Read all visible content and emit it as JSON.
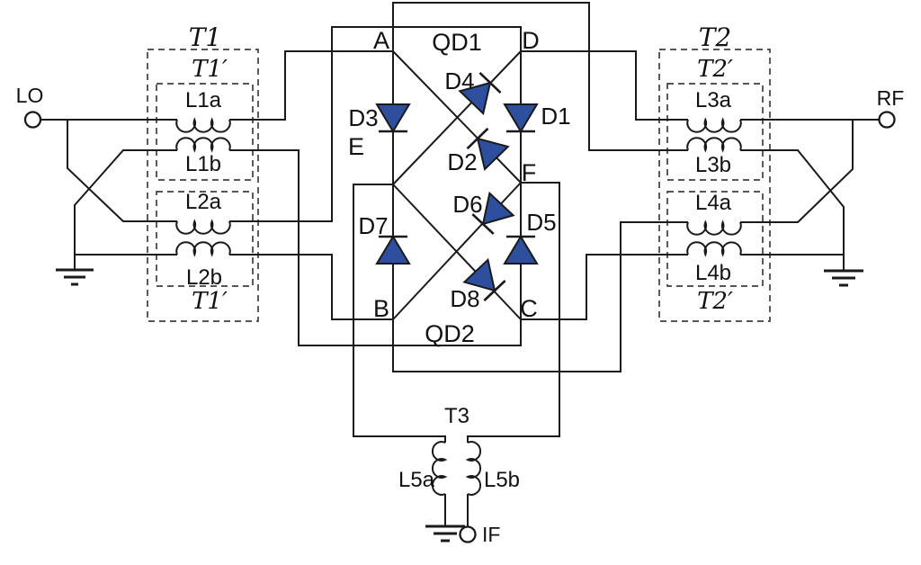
{
  "ports": {
    "lo": "LO",
    "rf": "RF",
    "if": "IF"
  },
  "transformers": {
    "t1": "T1",
    "t1_prime": "T1′",
    "t2": "T2",
    "t2_prime": "T2′",
    "t3": "T3"
  },
  "windings": {
    "l1a": "L1a",
    "l1b": "L1b",
    "l2a": "L2a",
    "l2b": "L2b",
    "l3a": "L3a",
    "l3b": "L3b",
    "l4a": "L4a",
    "l4b": "L4b",
    "l5a": "L5a",
    "l5b": "L5b"
  },
  "diode_quads": {
    "qd1": "QD1",
    "qd2": "QD2"
  },
  "nodes": {
    "a": "A",
    "b": "B",
    "c": "C",
    "d": "D",
    "e": "E",
    "f": "F"
  },
  "diodes": {
    "d1": "D1",
    "d2": "D2",
    "d3": "D3",
    "d4": "D4",
    "d5": "D5",
    "d6": "D6",
    "d7": "D7",
    "d8": "D8"
  },
  "colors": {
    "background": "#ffffff",
    "wire": "#1a1a1a",
    "diode_fill": "#2e4e9e",
    "dashed_box": "#3f3f3f",
    "text": "#111111"
  }
}
